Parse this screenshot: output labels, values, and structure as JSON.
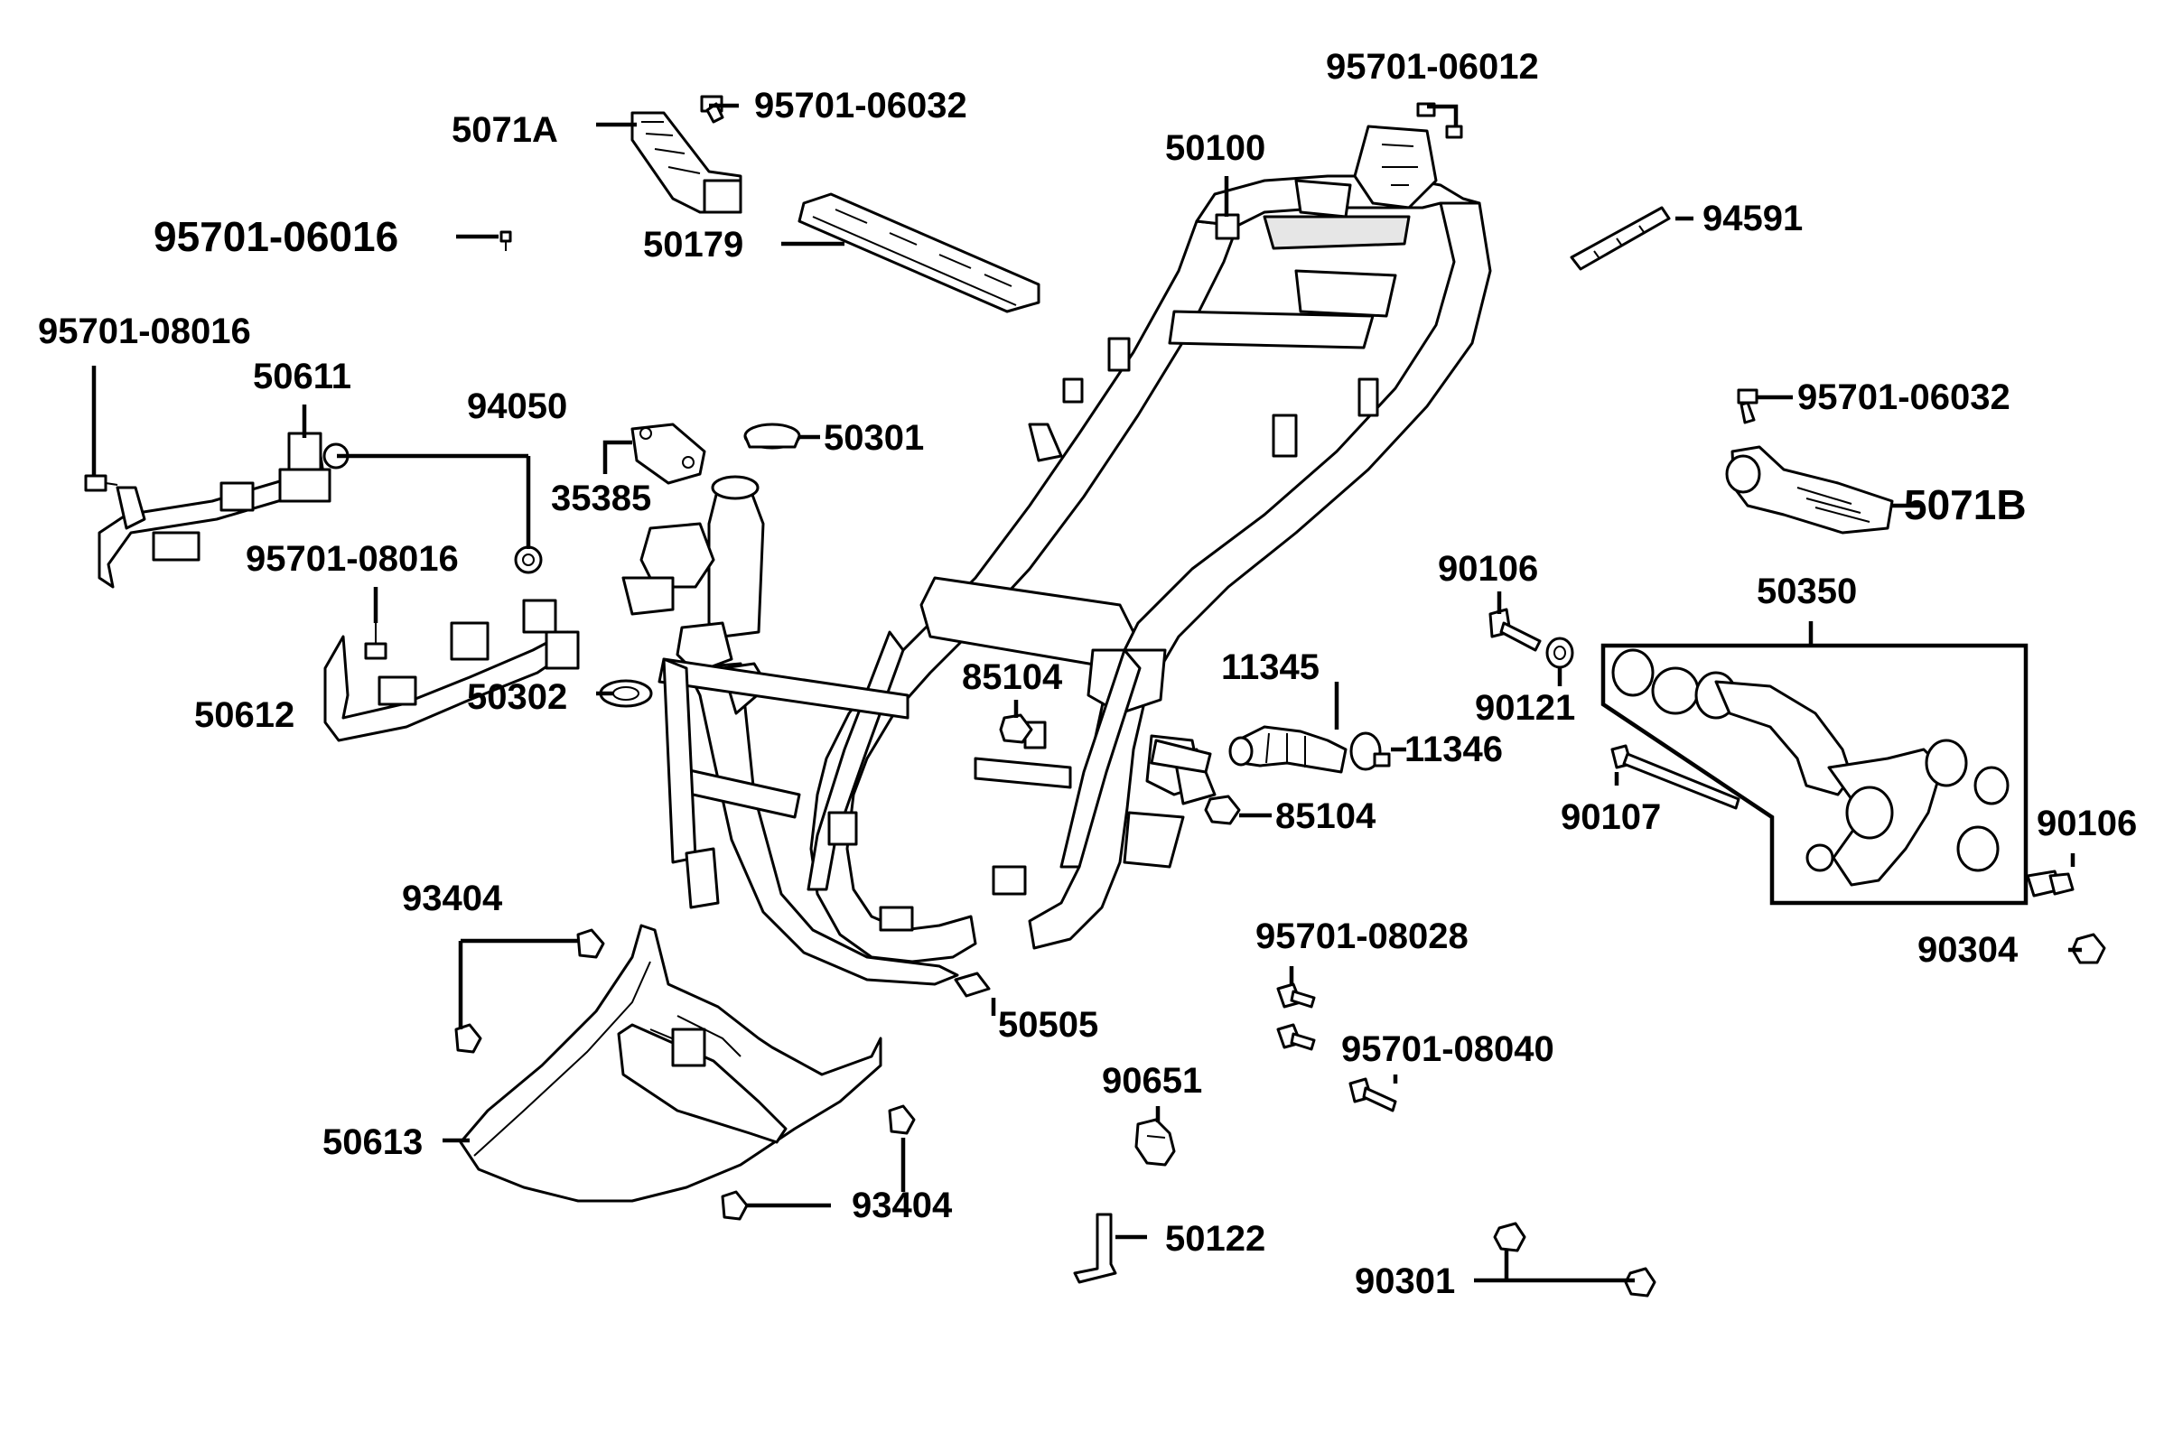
{
  "labels": {
    "p_95701_06012": "95701-06012",
    "p_95701_06032_top": "95701-06032",
    "p_5071A": "5071A",
    "p_50100": "50100",
    "p_94591": "94591",
    "p_95701_06016": "95701-06016",
    "p_50179": "50179",
    "p_95701_08016_a": "95701-08016",
    "p_50611": "50611",
    "p_94050": "94050",
    "p_35385": "35385",
    "p_50301": "50301",
    "p_95701_06032_right": "95701-06032",
    "p_5071B": "5071B",
    "p_95701_08016_b": "95701-08016",
    "p_90106_a": "90106",
    "p_50350": "50350",
    "p_85104_a": "85104",
    "p_11345": "11345",
    "p_90121": "90121",
    "p_50612": "50612",
    "p_50302": "50302",
    "p_11346": "11346",
    "p_85104_b": "85104",
    "p_90107": "90107",
    "p_90106_b": "90106",
    "p_93404_a": "93404",
    "p_95701_08028": "95701-08028",
    "p_90304": "90304",
    "p_50505": "50505",
    "p_95701_08040": "95701-08040",
    "p_90651": "90651",
    "p_50613": "50613",
    "p_93404_b": "93404",
    "p_50122": "50122",
    "p_90301": "90301"
  }
}
